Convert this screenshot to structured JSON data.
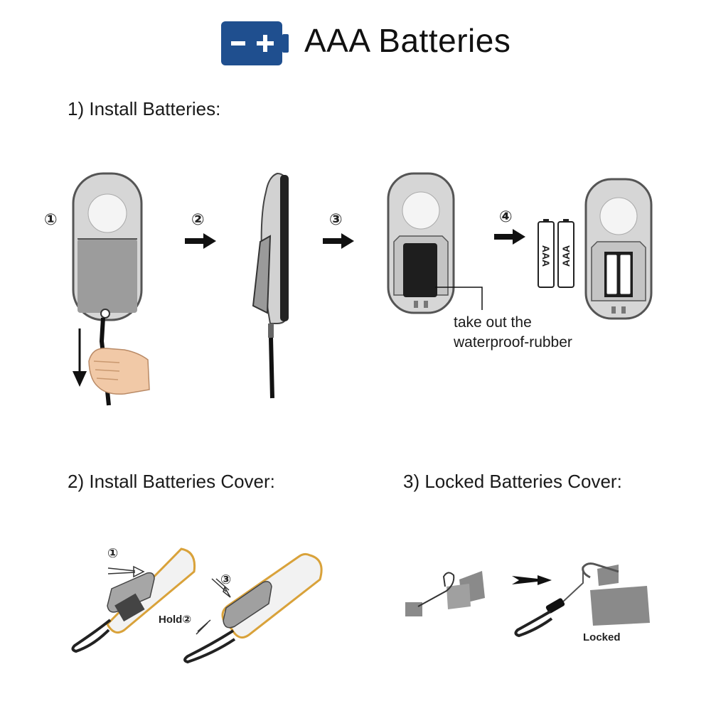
{
  "header": {
    "title": "AAA Batteries",
    "icon": "battery-icon",
    "icon_symbols": "− +",
    "accent_color": "#1f4f8f"
  },
  "sections": [
    {
      "label": "1) Install Batteries:"
    },
    {
      "label": "2) Install Batteries Cover:"
    },
    {
      "label": "3) Locked Batteries Cover:"
    }
  ],
  "install_steps": {
    "step1": "①",
    "step2": "②",
    "step3": "③",
    "step4": "④",
    "rubber_caption_line1": "take out the",
    "rubber_caption_line2": "waterproof-rubber",
    "battery_label": "AAA"
  },
  "cover_steps": {
    "step1": "①",
    "hold_label": "Hold②",
    "step3": "③"
  },
  "lock_steps": {
    "locked_label": "Locked"
  }
}
